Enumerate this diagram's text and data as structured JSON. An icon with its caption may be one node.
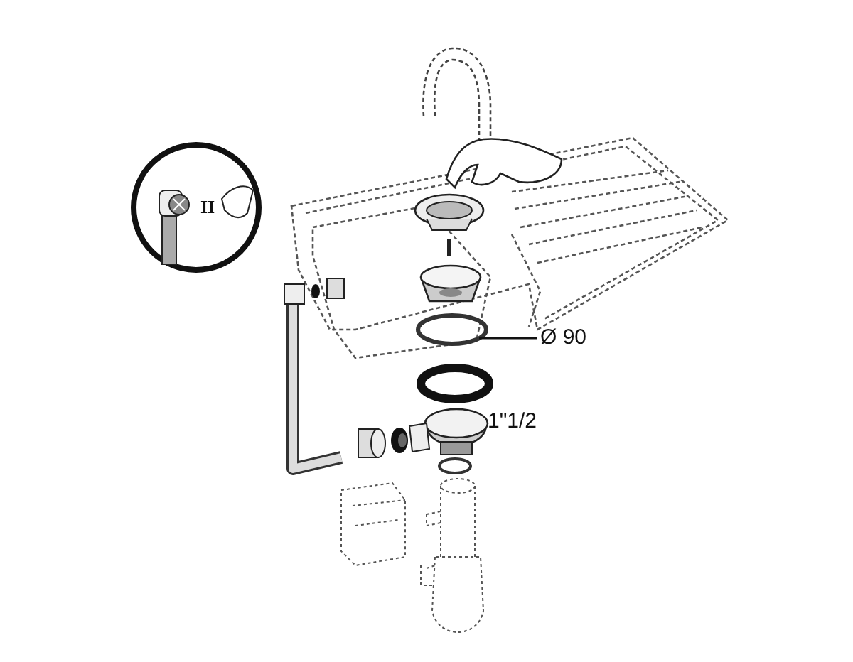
{
  "diagram": {
    "nodes": [
      {
        "text": [
          "Ø 90"
        ]
      },
      {
        "text": [],
        "shape": "picture"
      }
    ],
    "edges": [
      {
        "from": 0,
        "to": 1,
        "arrow": "none"
      }
    ],
    "labels": [
      "II",
      "1\"1/2"
    ]
  }
}
